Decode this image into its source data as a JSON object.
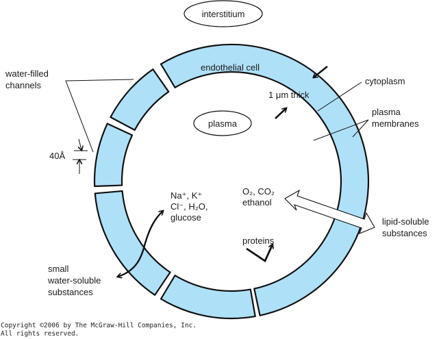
{
  "diagram": {
    "title_regions": {
      "interstitium": "interstitium",
      "plasma": "plasma"
    },
    "cell_label": "endothelial cell",
    "thickness_label": "1 μm thick",
    "labels": {
      "water_channels_line1": "water-filled",
      "water_channels_line2": "channels",
      "gap_size": "40Å",
      "cytoplasm": "cytoplasm",
      "plasma_membranes_line1": "plasma",
      "plasma_membranes_line2": "membranes",
      "ions_line1": "Na⁺, K⁺",
      "ions_line2": "Cl⁻, H₂O,",
      "ions_line3": "glucose",
      "gases_line1": "O₂, CO₂",
      "gases_line2": "ethanol",
      "lipid_line1": "lipid-soluble",
      "lipid_line2": "substances",
      "proteins": "proteins",
      "small_line1": "small",
      "small_line2": "water-soluble",
      "small_line3": "substances"
    },
    "colors": {
      "cell_fill": "#aee0f8",
      "outline": "#111111"
    }
  },
  "copyright": {
    "line1": "Copyright ©2006 by The McGraw-Hill Companies, Inc.",
    "line2": "All rights reserved."
  }
}
